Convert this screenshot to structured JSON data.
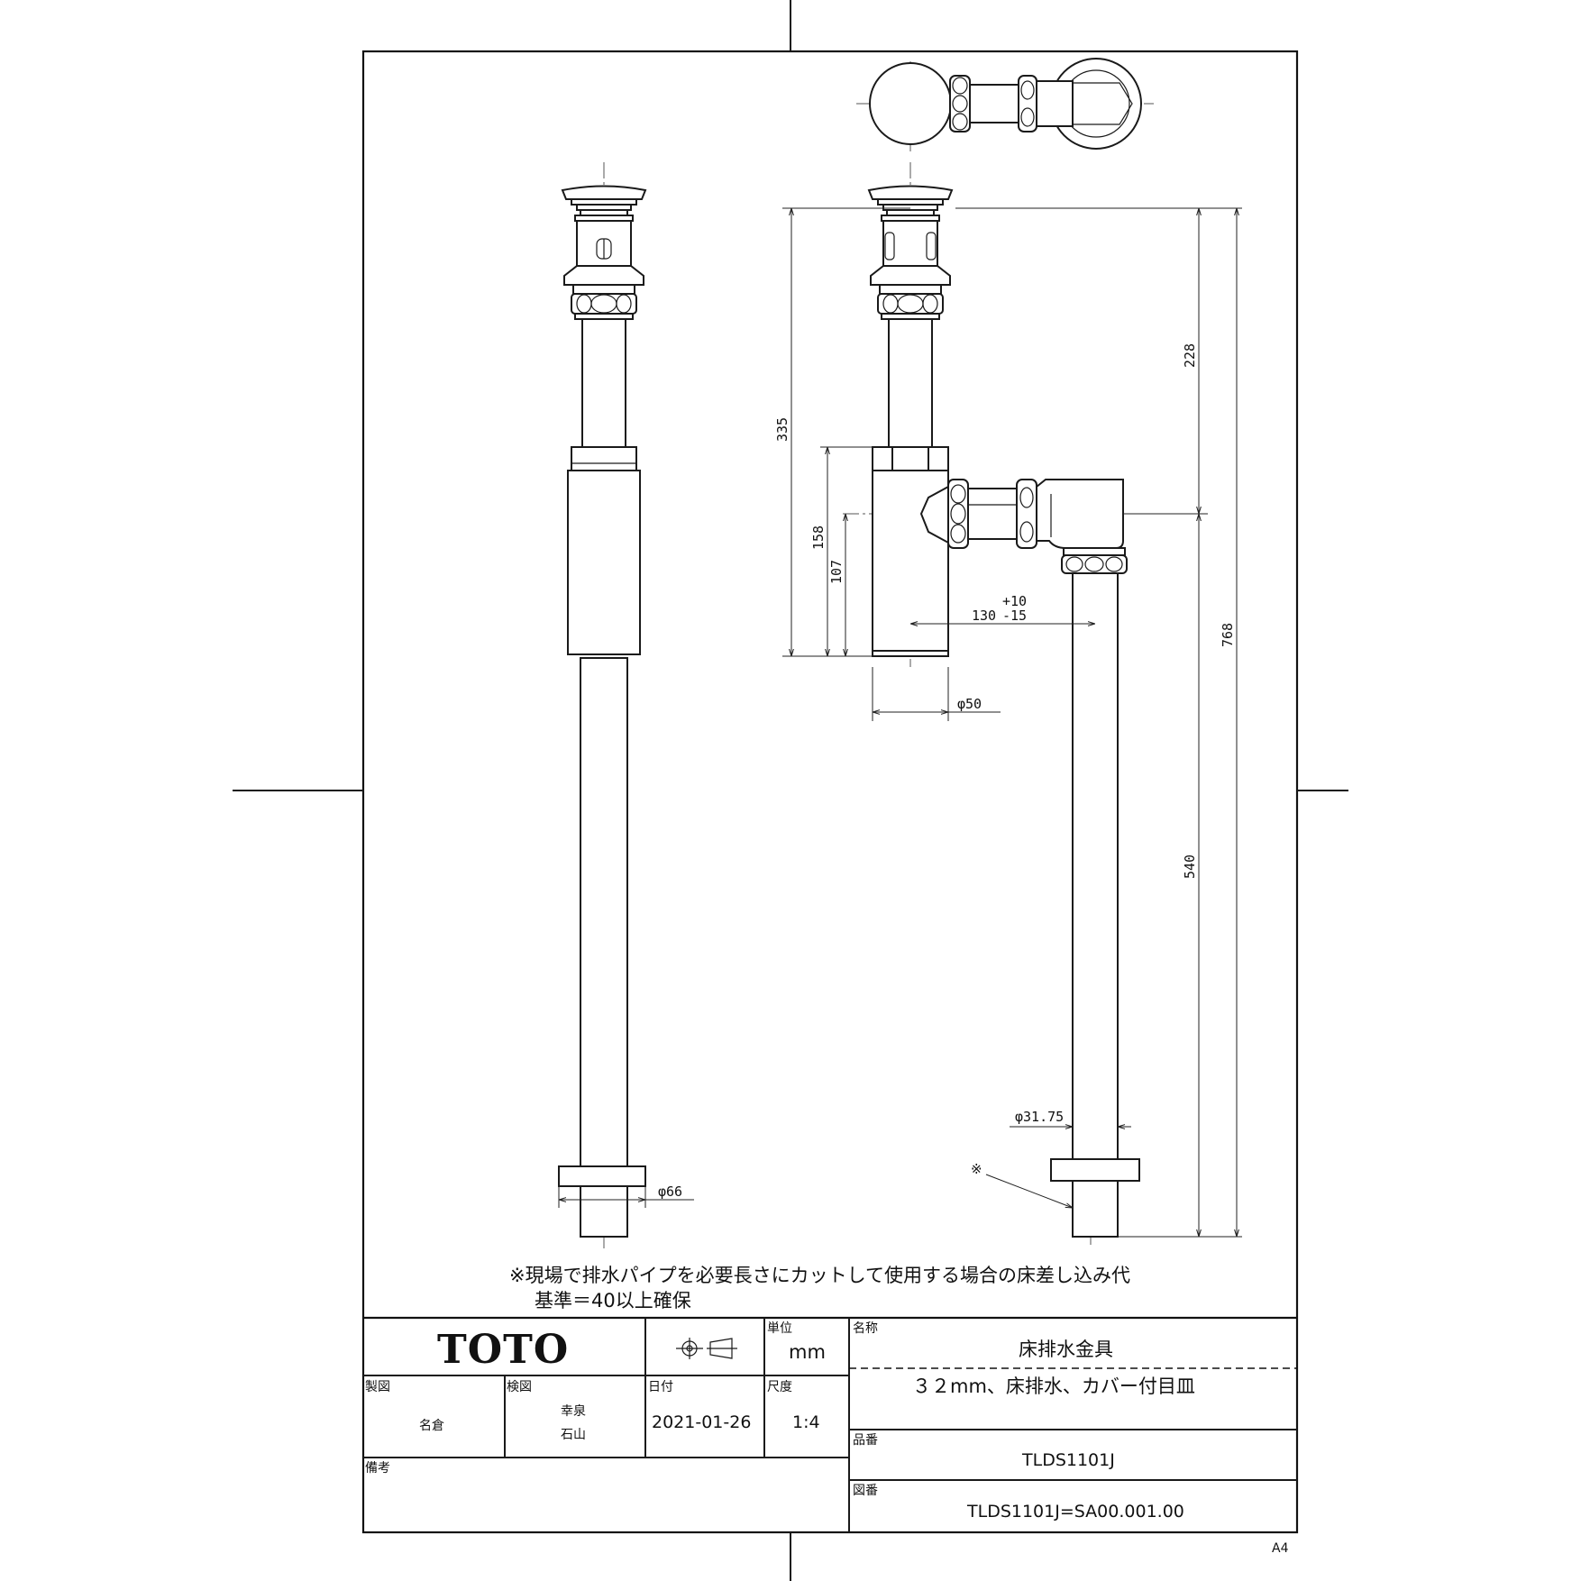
{
  "dimensions": {
    "total_height": "768",
    "upper_height": "228",
    "lower_height": "540",
    "overall_335": "335",
    "trap_158": "158",
    "trap_107": "107",
    "offset_base": "130",
    "offset_tol_plus": "+10",
    "offset_tol_minus": "-15",
    "trap_dia": "φ50",
    "pipe_dia": "φ31.75",
    "plate_dia": "φ66",
    "ref_mark": "※"
  },
  "note": {
    "line1": "※現場で排水パイプを必要長さにカットして使用する場合の床差し込み代",
    "line2": "基準＝40以上確保"
  },
  "title_block": {
    "logo": "TOTO",
    "projection_icon": "third-angle-projection-icon",
    "unit_label": "単位",
    "unit_value": "mm",
    "name_label": "名称",
    "name_value": "床排水金具",
    "spec_value": "３２mm、床排水、カバー付目皿",
    "drawn_label": "製図",
    "drawn_value": "名倉",
    "checked_label": "検図",
    "checked_value_1": "幸泉",
    "checked_value_2": "石山",
    "date_label": "日付",
    "date_value": "2021-01-26",
    "scale_label": "尺度",
    "scale_value": "1:4",
    "part_label": "品番",
    "part_value": "TLDS1101J",
    "remarks_label": "備考",
    "drawing_label": "図番",
    "drawing_value": "TLDS1101J=SA00.001.00"
  },
  "sheet_size": "A4"
}
